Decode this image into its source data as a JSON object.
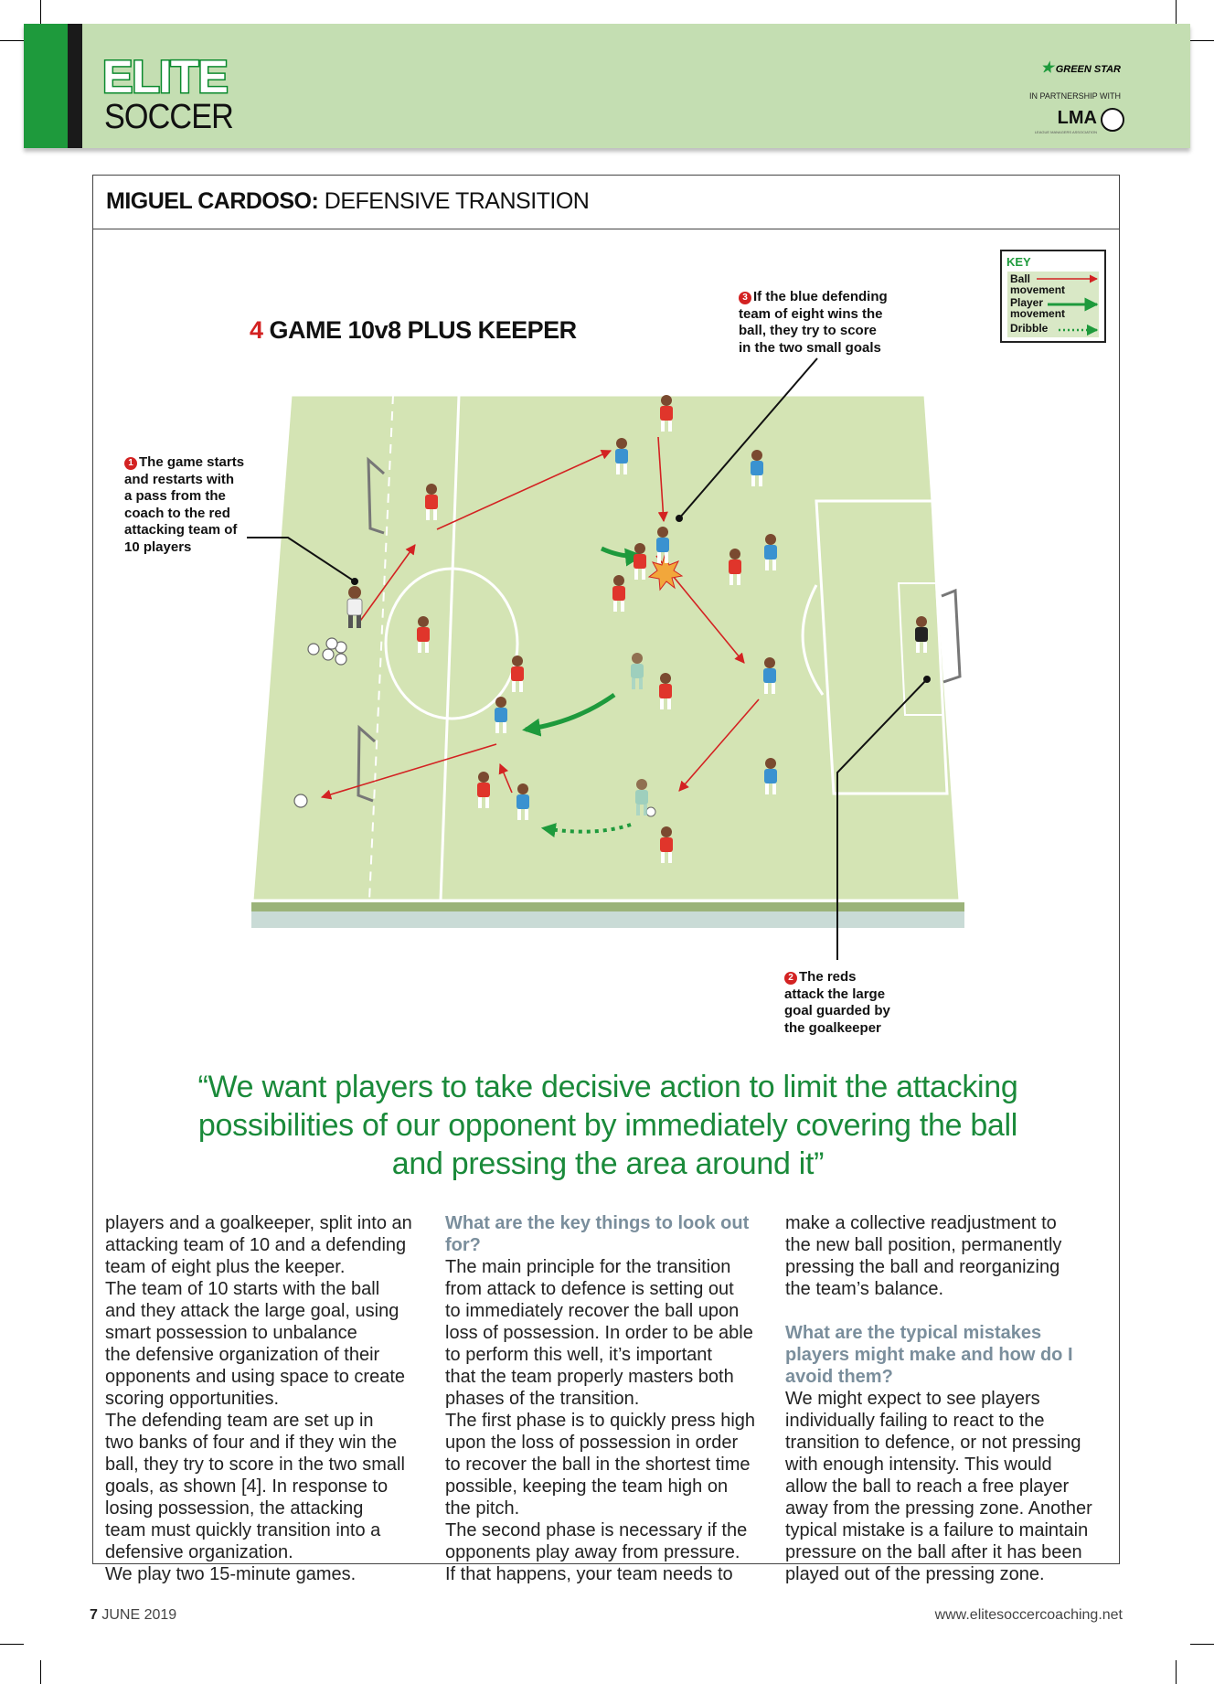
{
  "brand": {
    "elite": "ELITE",
    "soccer": "SOCCER",
    "sponsor": "GREEN STAR",
    "partnership": "IN PARTNERSHIP WITH",
    "partner": "LMA",
    "partner_sub": "LEAGUE MANAGERS ASSOCIATION",
    "brand_color": "#1e9a3c",
    "header_color": "#c4deb2"
  },
  "article": {
    "title_bold": "MIGUEL CARDOSO:",
    "title_rest": " DEFENSIVE TRANSITION"
  },
  "diagram": {
    "number": "4",
    "title": " GAME 10v8 PLUS KEEPER",
    "notes": [
      {
        "badge": "1",
        "lines": [
          "The game starts",
          "and restarts with",
          "a pass from the",
          "coach to the red",
          "attacking team of",
          "10 players"
        ]
      },
      {
        "badge": "2",
        "lines": [
          "The reds",
          "attack the large",
          "goal guarded by",
          "the goalkeeper"
        ]
      },
      {
        "badge": "3",
        "lines": [
          "If the blue defending",
          "team of eight wins the",
          "ball, they try to score",
          "in the two small goals"
        ]
      }
    ],
    "key": {
      "title": "KEY",
      "items": [
        {
          "label": [
            "Ball",
            "movement"
          ],
          "color": "#d32222",
          "style": "solid"
        },
        {
          "label": [
            "Player",
            "movement"
          ],
          "color": "#1e9a3c",
          "style": "solid"
        },
        {
          "label": [
            "Dribble"
          ],
          "color": "#1e9a3c",
          "style": "dotted"
        }
      ]
    },
    "colors": {
      "pitch": "#d4e4b4",
      "red_team": "#e0352b",
      "blue_team": "#3a92d0",
      "neutral": "#8cc9c0"
    }
  },
  "quote": [
    "“We want players to take decisive action to limit the attacking",
    "possibilities of our opponent by immediately covering the ball",
    "and pressing the area around it”"
  ],
  "columns": [
    [
      {
        "type": "p",
        "lines": [
          "players and a goalkeeper, split into an",
          "attacking team of 10 and a defending",
          "team of eight plus the keeper."
        ]
      },
      {
        "type": "p",
        "lines": [
          "The team of 10 starts with the ball",
          "and they attack the large goal, using",
          "smart possession to unbalance",
          "the defensive organization of their",
          "opponents and using space to create",
          "scoring opportunities."
        ]
      },
      {
        "type": "p",
        "lines": [
          "The defending team are set up in",
          "two banks of four and if they win the",
          "ball, they try to score in the two small",
          "goals, as shown [4]. In response to",
          "losing possession, the attacking",
          "team must quickly transition into a",
          "defensive organization."
        ]
      },
      {
        "type": "p",
        "lines": [
          "We play two 15-minute games."
        ]
      }
    ],
    [
      {
        "type": "h",
        "lines": [
          "What are the key things to look out",
          "for?"
        ]
      },
      {
        "type": "p",
        "lines": [
          "The main principle for the transition",
          "from attack to defence is setting out",
          "to immediately recover the ball upon",
          "loss of possession. In order to be able",
          "to perform this well, it’s important",
          "that the team properly masters both",
          "phases of the transition."
        ]
      },
      {
        "type": "p",
        "lines": [
          "The first phase is to quickly press high",
          "upon the loss of possession in order",
          "to recover the ball in the shortest time",
          "possible, keeping the team high on",
          "the pitch."
        ]
      },
      {
        "type": "p",
        "lines": [
          "The second phase is necessary if the",
          "opponents play away from pressure.",
          "If that happens, your team needs to"
        ]
      }
    ],
    [
      {
        "type": "p",
        "lines": [
          "make a collective readjustment to",
          "the new ball position, permanently",
          "pressing the ball and reorganizing",
          "the team’s balance."
        ]
      },
      {
        "type": "gap",
        "lines": []
      },
      {
        "type": "h",
        "lines": [
          "What are the typical mistakes",
          "players might make and how do I",
          "avoid them?"
        ]
      },
      {
        "type": "p",
        "lines": [
          "We might expect to see players",
          "individually failing to react to the",
          "transition to defence, or not pressing",
          "with enough intensity. This would",
          "allow the ball to reach a free player",
          "away from the pressing zone. Another",
          "typical mistake is a failure to maintain",
          "pressure on the ball after it has been",
          "played out of the pressing zone."
        ]
      }
    ]
  ],
  "footer": {
    "page": "7",
    "date": " JUNE 2019",
    "url": "www.elitesoccercoaching.net"
  }
}
